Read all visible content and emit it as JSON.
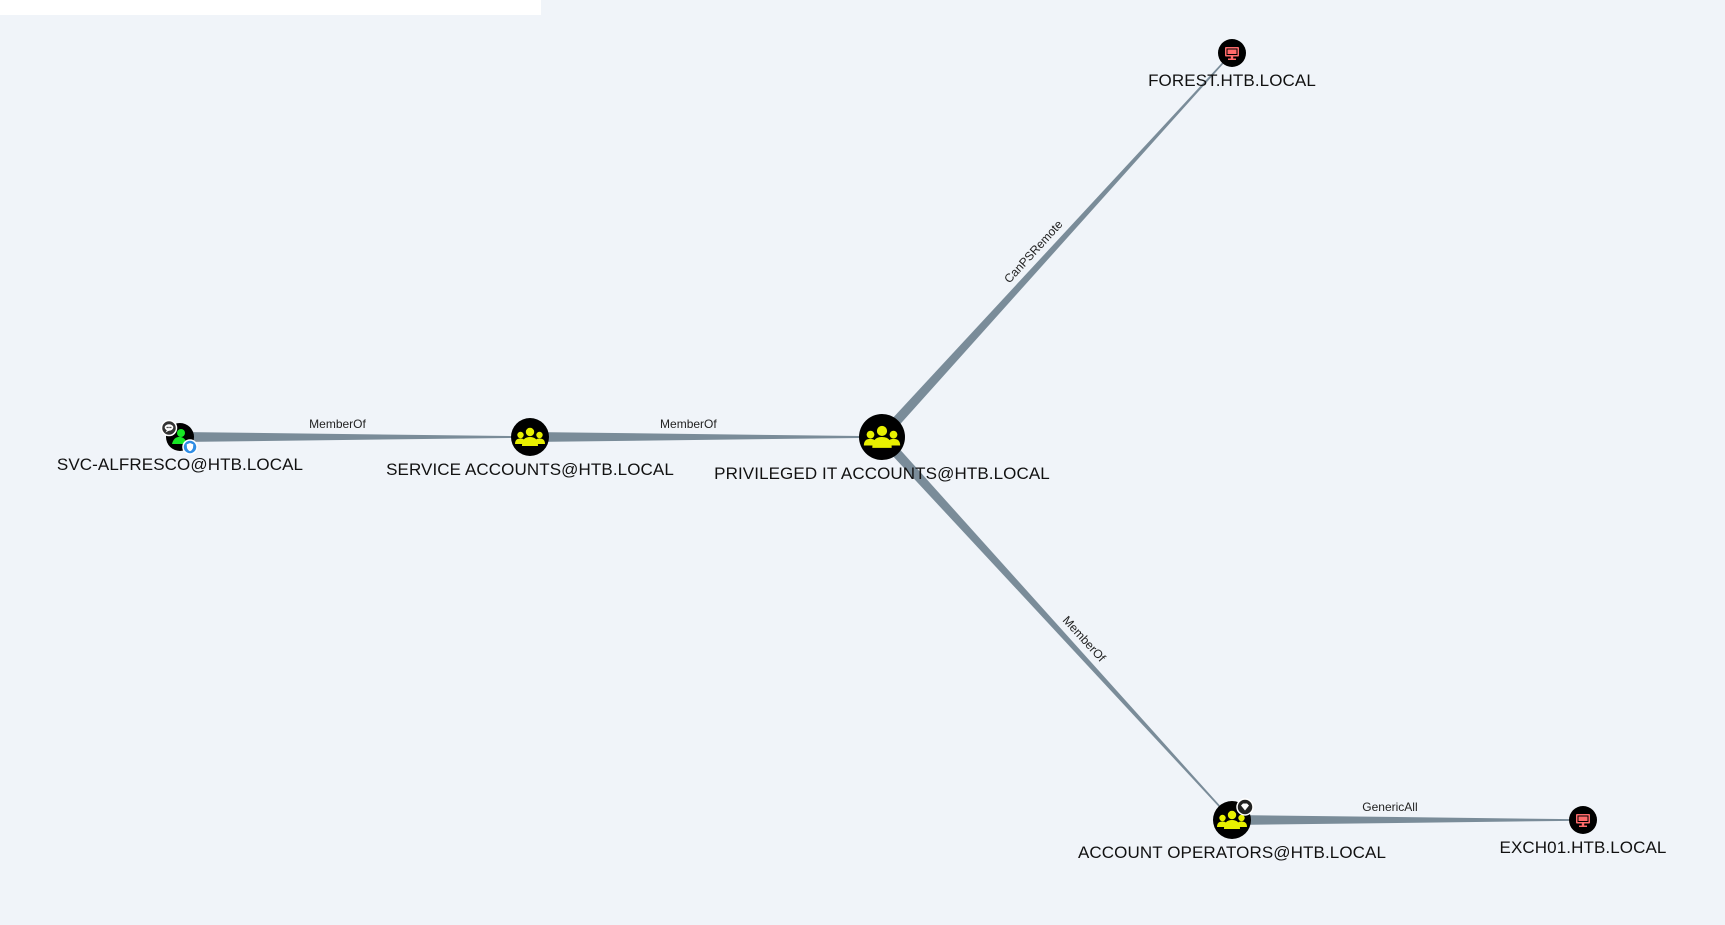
{
  "graph": {
    "nodes": [
      {
        "id": "svc_alfresco",
        "label": "SVC-ALFRESCO@HTB.LOCAL",
        "type": "user",
        "icon": "user-icon",
        "badges": [
          "chat-bubble-icon",
          "shield-badge-icon"
        ]
      },
      {
        "id": "service_accounts",
        "label": "SERVICE ACCOUNTS@HTB.LOCAL",
        "type": "group",
        "icon": "group-icon",
        "badges": []
      },
      {
        "id": "privileged_it",
        "label": "PRIVILEGED IT ACCOUNTS@HTB.LOCAL",
        "type": "group",
        "icon": "group-icon",
        "badges": []
      },
      {
        "id": "forest",
        "label": "FOREST.HTB.LOCAL",
        "type": "computer",
        "icon": "computer-icon",
        "badges": []
      },
      {
        "id": "account_operators",
        "label": "ACCOUNT OPERATORS@HTB.LOCAL",
        "type": "group",
        "icon": "group-icon",
        "badges": [
          "gem-badge-icon"
        ]
      },
      {
        "id": "exch01",
        "label": "EXCH01.HTB.LOCAL",
        "type": "computer",
        "icon": "computer-icon",
        "badges": []
      }
    ],
    "edges": [
      {
        "from": "svc_alfresco",
        "to": "service_accounts",
        "label": "MemberOf"
      },
      {
        "from": "service_accounts",
        "to": "privileged_it",
        "label": "MemberOf"
      },
      {
        "from": "privileged_it",
        "to": "forest",
        "label": "CanPSRemote"
      },
      {
        "from": "privileged_it",
        "to": "account_operators",
        "label": "MemberOf"
      },
      {
        "from": "account_operators",
        "to": "exch01",
        "label": "GenericAll"
      }
    ]
  },
  "colors": {
    "background": "#f0f4f9",
    "edge": "#7a8c99",
    "node_fill": "#000000",
    "group_icon": "#e8f000",
    "computer_icon": "#ff6b6b",
    "user_icon": "#17e625",
    "badge_shield": "#2f8de4"
  }
}
